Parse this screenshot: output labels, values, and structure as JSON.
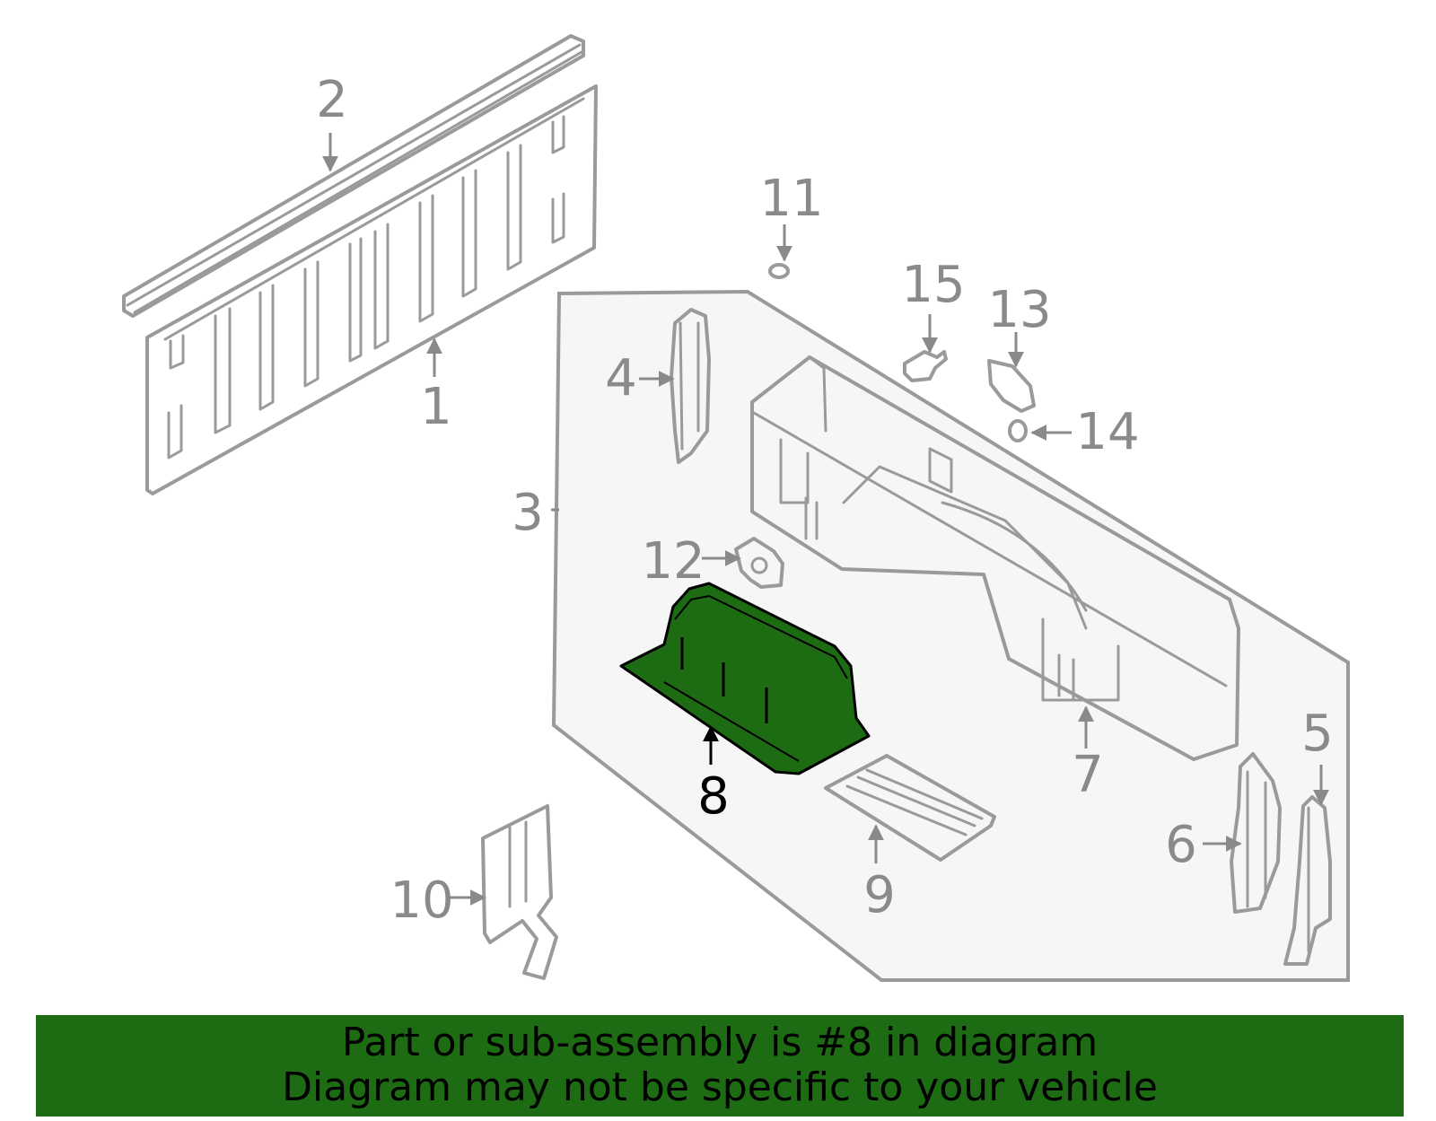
{
  "diagram": {
    "highlight_color": "#1d6b12",
    "line_color": "#9a9a9a",
    "selected_part": "8",
    "callouts": [
      {
        "id": "1",
        "label": "1"
      },
      {
        "id": "2",
        "label": "2"
      },
      {
        "id": "3",
        "label": "3"
      },
      {
        "id": "4",
        "label": "4"
      },
      {
        "id": "5",
        "label": "5"
      },
      {
        "id": "6",
        "label": "6"
      },
      {
        "id": "7",
        "label": "7"
      },
      {
        "id": "8",
        "label": "8"
      },
      {
        "id": "9",
        "label": "9"
      },
      {
        "id": "10",
        "label": "10"
      },
      {
        "id": "11",
        "label": "11"
      },
      {
        "id": "12",
        "label": "12"
      },
      {
        "id": "13",
        "label": "13"
      },
      {
        "id": "14",
        "label": "14"
      },
      {
        "id": "15",
        "label": "15"
      }
    ]
  },
  "banner": {
    "line1": "Part or sub-assembly is #8 in diagram",
    "line2": "Diagram may not be specific to your vehicle"
  }
}
